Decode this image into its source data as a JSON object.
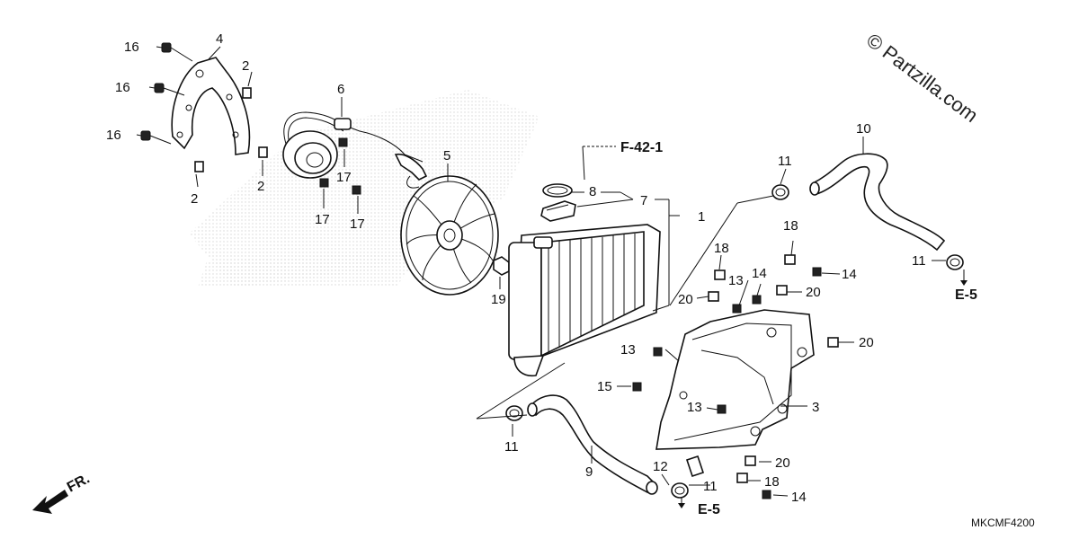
{
  "watermark": "© Partzilla.com",
  "diagram_code": "MKCMF4200",
  "direction_label": "FR.",
  "references": {
    "f42": "F-42-1",
    "e5_hose10": "E-5",
    "e5_hose9": "E-5"
  },
  "callouts": {
    "c1": "1",
    "c2a": "2",
    "c2b": "2",
    "c2c": "2",
    "c3": "3",
    "c4": "4",
    "c5": "5",
    "c6": "6",
    "c7": "7",
    "c8": "8",
    "c9": "9",
    "c10": "10",
    "c11a": "11",
    "c11b": "11",
    "c11c": "11",
    "c11d": "11",
    "c12": "12",
    "c13a": "13",
    "c13b": "13",
    "c13c": "13",
    "c14a": "14",
    "c14b": "14",
    "c14c": "14",
    "c15": "15",
    "c16a": "16",
    "c16b": "16",
    "c16c": "16",
    "c17a": "17",
    "c17b": "17",
    "c17c": "17",
    "c18a": "18",
    "c18b": "18",
    "c18c": "18",
    "c19": "19",
    "c20a": "20",
    "c20b": "20",
    "c20c": "20",
    "c20d": "20"
  }
}
